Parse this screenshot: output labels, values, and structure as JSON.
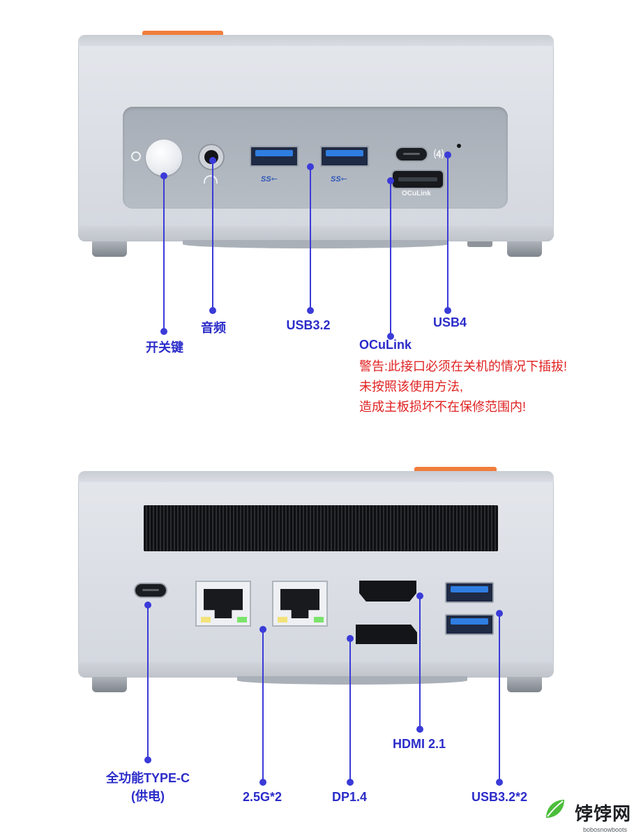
{
  "front_labels": {
    "power": "开关键",
    "audio": "音频",
    "usb32": "USB3.2",
    "oculink": "OCuLink",
    "usb4": "USB4"
  },
  "warning_lines": [
    "警告:此接口必须在关机的情况下插拔!",
    "未按照该使用方法,",
    "造成主板损坏不在保修范围内!"
  ],
  "port_text": {
    "oculink_engraving": "OCuLink",
    "ss_logo": "SS"
  },
  "rear_labels": {
    "typec": "全功能TYPE-C",
    "typec_note": "(供电)",
    "lan": "2.5G*2",
    "dp": "DP1.4",
    "hdmi": "HDMI 2.1",
    "usb32x2": "USB3.2*2"
  },
  "watermark": {
    "brand": "饽饽网",
    "url": "bobosnowboots"
  },
  "colors": {
    "label": "#2b2cc9",
    "warning": "#e02222",
    "accent_orange": "#f07d3c",
    "usb_blue": "#2f7de1"
  }
}
